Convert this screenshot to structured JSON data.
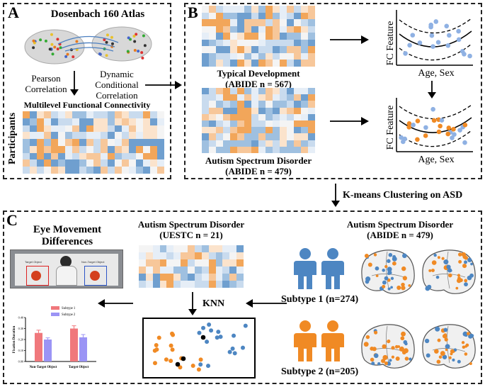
{
  "panel_a": {
    "letter": "A",
    "atlas_title": "Dosenbach 160 Atlas",
    "pearson": "Pearson\nCorrelation",
    "dynamic": "Dynamic\nConditional\nCorrelation",
    "mfc_title": "Multilevel Functional Connectivity",
    "participants": "Participants"
  },
  "panel_b": {
    "letter": "B",
    "td_title": "Typical Development",
    "td_n": "(ABIDE n = 567)",
    "asd_title": "Autism Spectrum Disorder",
    "asd_n": "(ABIDE n = 479)",
    "fc_feature_1": "FC Feature",
    "age_sex_1": "Age, Sex",
    "fc_feature_2": "FC Feature",
    "age_sex_2": "Age, Sex"
  },
  "kmeans_label": "K-means Clustering on ASD",
  "panel_c": {
    "letter": "C",
    "eye_title": "Eye Movement\nDifferences",
    "target_object": "Target Object",
    "non_target_object": "Non-Target Object",
    "uestc_title": "Autism Spectrum Disorder",
    "uestc_n": "(UESTC n = 21)",
    "knn_label": "KNN",
    "abide_title": "Autism Spectrum Disorder",
    "abide_n": "(ABIDE n = 479)",
    "subtype1": "Subtype 1 (n=274)",
    "subtype2": "Subtype 2 (n=205)"
  },
  "chart_data": {
    "type": "bar",
    "categories": [
      "Non-Target Object",
      "Target Object"
    ],
    "series": [
      {
        "name": "Subtype 1",
        "values": [
          0.26,
          0.3
        ],
        "errors": [
          0.025,
          0.025
        ]
      },
      {
        "name": "Subtype 2",
        "values": [
          0.2,
          0.22
        ],
        "errors": [
          0.015,
          0.025
        ]
      }
    ],
    "ylabel": "Fixation Duration",
    "yticks": [
      "0.00",
      "0.10",
      "0.20",
      "0.30",
      "0.40"
    ],
    "ylim": [
      0,
      0.4
    ],
    "legend": "top-center",
    "colors": {
      "Subtype 1": "#f0787c",
      "Subtype 2": "#9b94f5"
    }
  },
  "colors": {
    "blue": "#4d86c2",
    "orange": "#f08a24",
    "light_blue": "#8fb1e3",
    "panel_border": "#222222"
  }
}
